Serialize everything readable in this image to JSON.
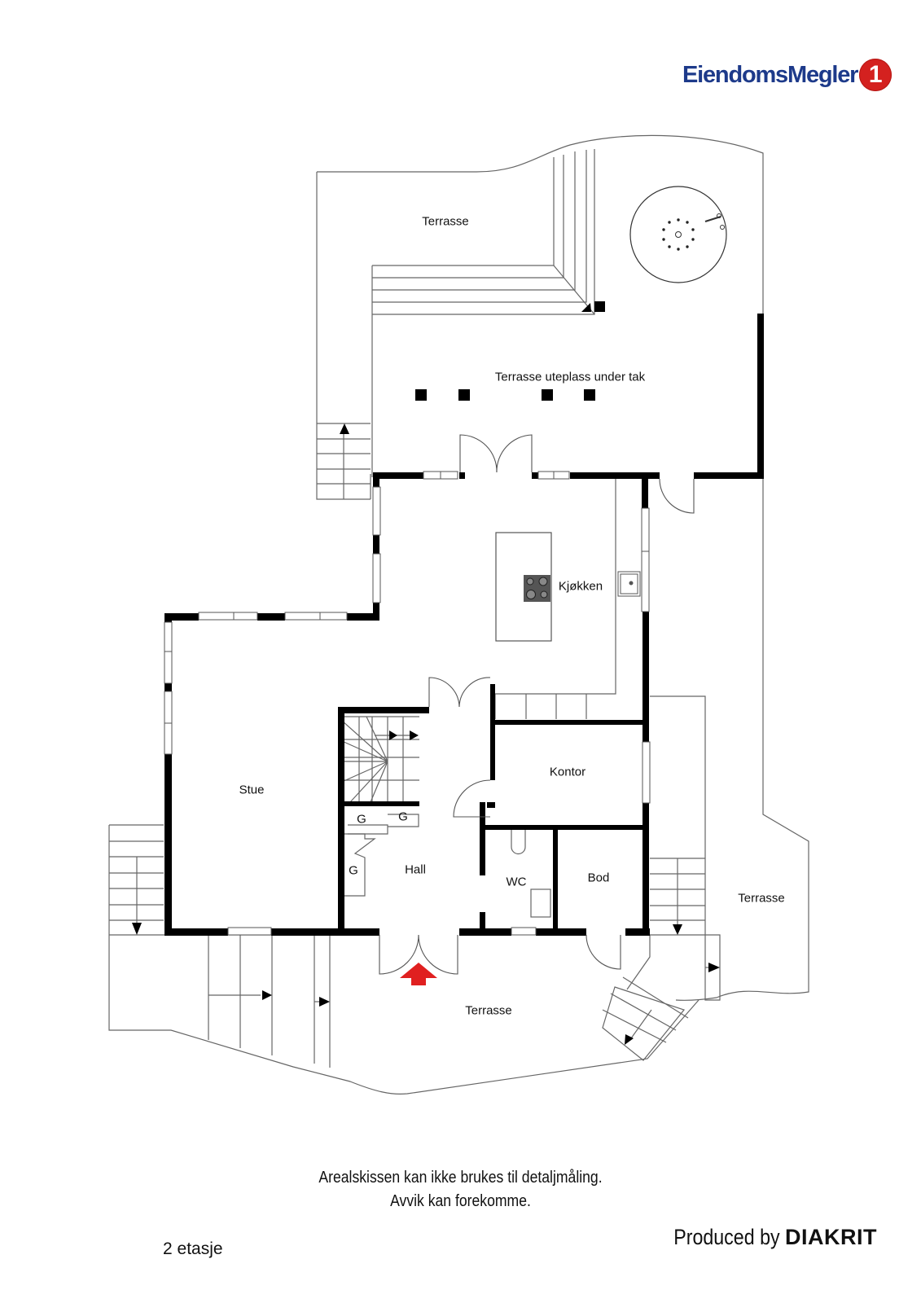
{
  "header": {
    "logo_text": "EiendomsMegler",
    "logo_badge": "1",
    "brand_color": "#1d3a8a",
    "badge_color": "#d4211f"
  },
  "plan": {
    "rooms": [
      {
        "id": "terrasse-top",
        "label": "Terrasse"
      },
      {
        "id": "terrasse-covered",
        "label": "Terrasse uteplass  under tak"
      },
      {
        "id": "kjokken",
        "label": "Kjøkken"
      },
      {
        "id": "stue",
        "label": "Stue"
      },
      {
        "id": "kontor",
        "label": "Kontor"
      },
      {
        "id": "hall",
        "label": "Hall"
      },
      {
        "id": "wc",
        "label": "WC"
      },
      {
        "id": "bod",
        "label": "Bod"
      },
      {
        "id": "terrasse-right",
        "label": "Terrasse"
      },
      {
        "id": "terrasse-bottom",
        "label": "Terrasse"
      }
    ],
    "closets": [
      "G",
      "G",
      "G"
    ],
    "entrance_marker_color": "#e02020",
    "wall_color": "#000000",
    "outline_color": "#555555"
  },
  "footer": {
    "disclaimer_line1": "Arealskissen kan ikke brukes til detaljmåling.",
    "disclaimer_line2": "Avvik kan forekomme.",
    "floor_label": "2 etasje",
    "produced_by": "Produced by",
    "producer": "DIAKRIT"
  }
}
